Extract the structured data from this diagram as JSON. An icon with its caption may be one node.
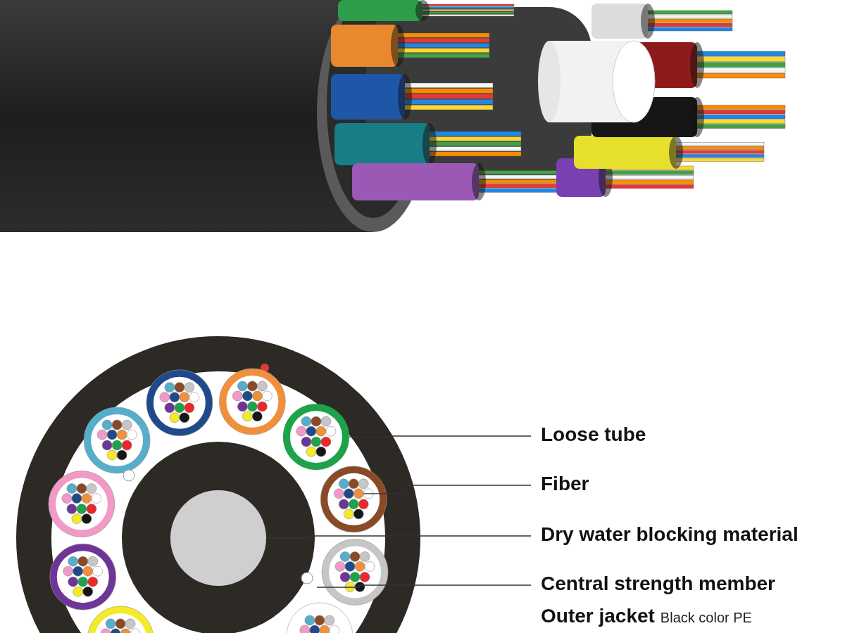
{
  "diagram": {
    "nodes": [
      {
        "text": [
          "Loose tube"
        ]
      },
      {
        "text": [
          "Fiber"
        ]
      },
      {
        "text": [
          "Dry water blocking material"
        ]
      },
      {
        "text": [
          "Central strength member"
        ]
      },
      {
        "text": [
          "Outer jacket",
          "Black color PE"
        ]
      },
      {
        "text": [],
        "shape": "circle"
      },
      {
        "text": [],
        "shape": "circle"
      },
      {
        "text": [],
        "shape": "circle"
      }
    ],
    "edges": [
      {
        "from": 0,
        "to": 5,
        "arrow": "none"
      },
      {
        "from": 1,
        "to": 6,
        "arrow": "none"
      },
      {
        "from": 2,
        "to": 7,
        "arrow": "none"
      },
      {
        "from": 3,
        "to": null,
        "arrow": "none"
      }
    ]
  }
}
